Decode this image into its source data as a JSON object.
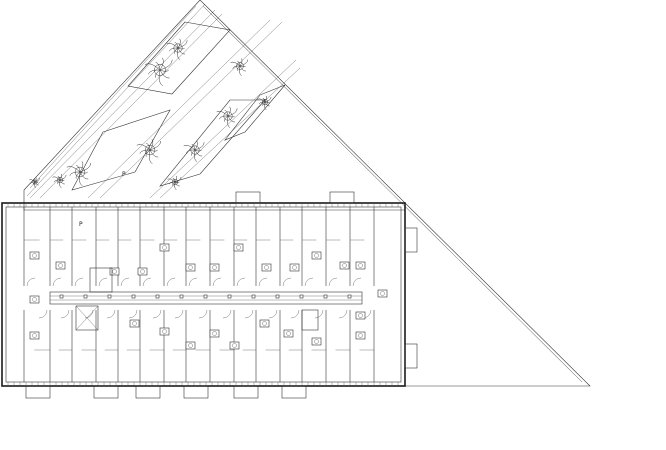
{
  "drawing": {
    "labels": [
      {
        "text": "P",
        "name": "stair-label-top"
      },
      {
        "text": "P",
        "name": "stair-label-bottom"
      }
    ]
  },
  "colors": {
    "line": "#222222",
    "background": "#ffffff"
  }
}
